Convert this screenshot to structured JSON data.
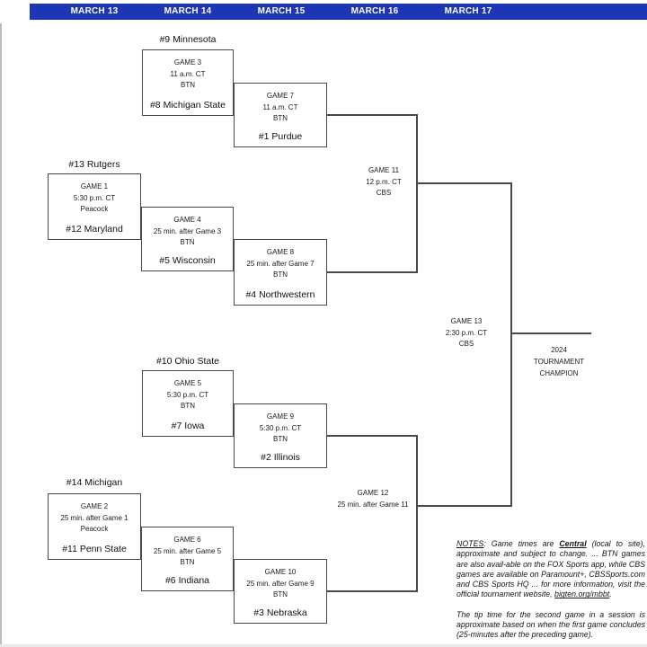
{
  "colors": {
    "header_bar": "#1c36b5",
    "bracket_line": "#4a4a4a",
    "header_text": "#ffffff"
  },
  "header": {
    "dates": [
      "MARCH 13",
      "MARCH 14",
      "MARCH 15",
      "MARCH 16",
      "MARCH 17"
    ]
  },
  "games": {
    "game1": {
      "label": "GAME 1",
      "time": "5:30 p.m. CT",
      "network": "Peacock",
      "top_team": "#13 Rutgers",
      "bottom_team": "#12 Maryland"
    },
    "game2": {
      "label": "GAME 2",
      "time": "25 min. after Game 1",
      "network": "Peacock",
      "top_team": "#14 Michigan",
      "bottom_team": "#11 Penn State"
    },
    "game3": {
      "label": "GAME 3",
      "time": "11 a.m. CT",
      "network": "BTN",
      "top_team": "#9 Minnesota",
      "bottom_team": "#8 Michigan State"
    },
    "game4": {
      "label": "GAME 4",
      "time": "25 min. after Game 3",
      "network": "BTN",
      "bottom_team": "#5 Wisconsin"
    },
    "game5": {
      "label": "GAME 5",
      "time": "5:30 p.m. CT",
      "network": "BTN",
      "top_team": "#10 Ohio State",
      "bottom_team": "#7 Iowa"
    },
    "game6": {
      "label": "GAME 6",
      "time": "25 min. after Game 5",
      "network": "BTN",
      "bottom_team": "#6 Indiana"
    },
    "game7": {
      "label": "GAME 7",
      "time": "11 a.m. CT",
      "network": "BTN",
      "bottom_team": "#1 Purdue"
    },
    "game8": {
      "label": "GAME 8",
      "time": "25 min. after Game 7",
      "network": "BTN",
      "bottom_team": "#4 Northwestern"
    },
    "game9": {
      "label": "GAME 9",
      "time": "5:30 p.m. CT",
      "network": "BTN",
      "bottom_team": "#2 Illinois"
    },
    "game10": {
      "label": "GAME 10",
      "time": "25 min. after Game 9",
      "network": "BTN",
      "bottom_team": "#3 Nebraska"
    },
    "game11": {
      "label": "GAME 11",
      "time": "12 p.m. CT",
      "network": "CBS"
    },
    "game12": {
      "label": "GAME 12",
      "time": "25 min. after Game 11"
    },
    "game13": {
      "label": "GAME 13",
      "time": "2:30 p.m. CT",
      "network": "CBS"
    }
  },
  "champion": {
    "line1": "2024",
    "line2": "TOURNAMENT",
    "line3": "CHAMPION"
  },
  "notes": {
    "p1_label": "NOTES",
    "p1_seg1": ": Game times are ",
    "p1_central": "Central",
    "p1_seg2": " (local to site), approximate and subject to change. ... BTN games are also avail-able on the FOX Sports app, while CBS games are available on Paramount+, CBSSports.com and CBS Sports HQ ... for more information, visit the official tournament website, ",
    "p1_link": "bigten.org/mbbt",
    "p1_end": ".",
    "p2": "The tip time for the second game in a session is approximate based on when the first game concludes (25-minutes after the preceding game)."
  }
}
